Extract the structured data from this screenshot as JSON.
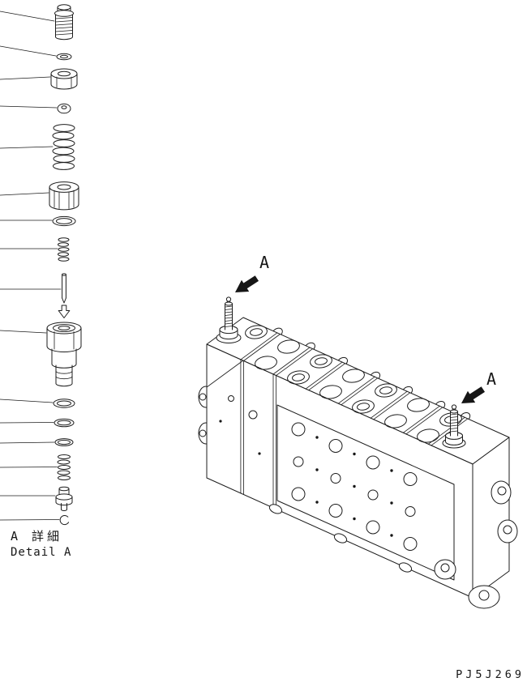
{
  "page": {
    "background_color": "#ffffff",
    "ink_color": "#1c1c1c"
  },
  "icons": {
    "detail_arrow": "filled-arrow-pointing-lower-left",
    "insertion_arrow": "outline-arrow-pointing-down"
  },
  "detail_view": {
    "marker_top": "A",
    "marker_side": "A",
    "caption_ja": "A 詳細",
    "caption_en": "Detail A"
  },
  "footer": {
    "drawing_code": "PJ5J269"
  }
}
